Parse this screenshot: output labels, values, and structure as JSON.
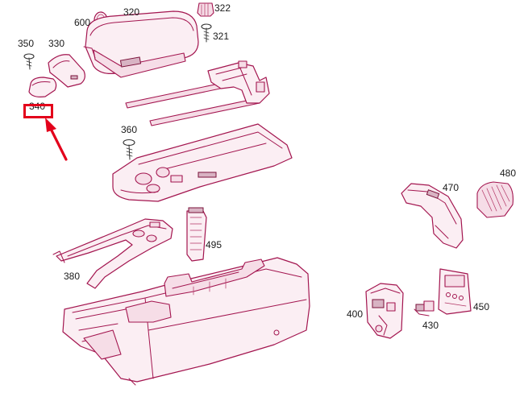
{
  "diagram": {
    "parts": [
      {
        "id": "p600",
        "label": "600"
      },
      {
        "id": "p320",
        "label": "320"
      },
      {
        "id": "p322",
        "label": "322"
      },
      {
        "id": "p321",
        "label": "321"
      },
      {
        "id": "p350",
        "label": "350"
      },
      {
        "id": "p330",
        "label": "330"
      },
      {
        "id": "p340",
        "label": "340"
      },
      {
        "id": "p360",
        "label": "360"
      },
      {
        "id": "p470",
        "label": "470"
      },
      {
        "id": "p480",
        "label": "480"
      },
      {
        "id": "p495",
        "label": "495"
      },
      {
        "id": "p380",
        "label": "380"
      },
      {
        "id": "p400",
        "label": "400"
      },
      {
        "id": "p450",
        "label": "450"
      },
      {
        "id": "p430",
        "label": "430"
      }
    ],
    "highlighted_part": "340",
    "colors": {
      "line": "#a3154f",
      "fill": "#fbeef3",
      "highlight": "#e3001b",
      "label": "#1a1a1a"
    }
  }
}
